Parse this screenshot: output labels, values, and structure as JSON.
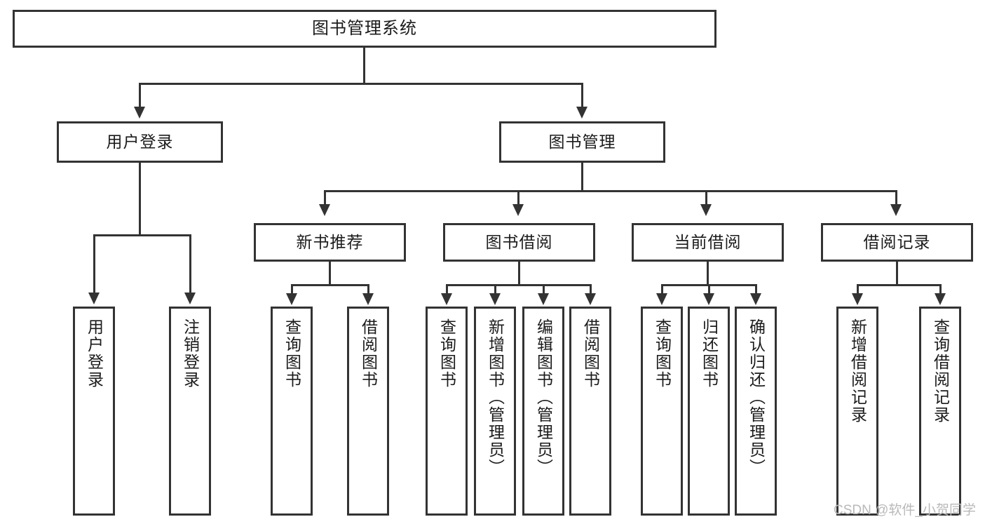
{
  "diagram": {
    "type": "tree-hierarchy",
    "title": "图书管理系统",
    "watermark": "CSDN @软件_小贺同学",
    "colors": {
      "stroke": "#333333",
      "fill": "#ffffff",
      "text": "#1b1b1b",
      "watermark": "#b9b9b9"
    },
    "root": {
      "label": "图书管理系统"
    },
    "level2": [
      {
        "id": "user-login",
        "label": "用户登录"
      },
      {
        "id": "book-manage",
        "label": "图书管理"
      }
    ],
    "level3": [
      {
        "id": "new-book-recommend",
        "label": "新书推荐"
      },
      {
        "id": "book-borrow",
        "label": "图书借阅"
      },
      {
        "id": "current-borrow",
        "label": "当前借阅"
      },
      {
        "id": "borrow-record",
        "label": "借阅记录"
      }
    ],
    "leaves": {
      "user_login": [
        {
          "id": "leaf-user-login",
          "label": "用户登录"
        },
        {
          "id": "leaf-logout-login",
          "label": "注销登录"
        }
      ],
      "new_book_recommend": [
        {
          "id": "leaf-query-book-1",
          "label": "查询图书"
        },
        {
          "id": "leaf-borrow-book-1",
          "label": "借阅图书"
        }
      ],
      "book_borrow": [
        {
          "id": "leaf-query-book-2",
          "label": "查询图书"
        },
        {
          "id": "leaf-add-book-admin",
          "label": "新增图书（管理员）"
        },
        {
          "id": "leaf-edit-book-admin",
          "label": "编辑图书（管理员）"
        },
        {
          "id": "leaf-borrow-book-2",
          "label": "借阅图书"
        }
      ],
      "current_borrow": [
        {
          "id": "leaf-query-book-3",
          "label": "查询图书"
        },
        {
          "id": "leaf-return-book",
          "label": "归还图书"
        },
        {
          "id": "leaf-confirm-return-admin",
          "label": "确认归还（管理员）"
        }
      ],
      "borrow_record": [
        {
          "id": "leaf-add-borrow-record",
          "label": "新增借阅记录"
        },
        {
          "id": "leaf-query-borrow-record",
          "label": "查询借阅记录"
        }
      ]
    }
  }
}
